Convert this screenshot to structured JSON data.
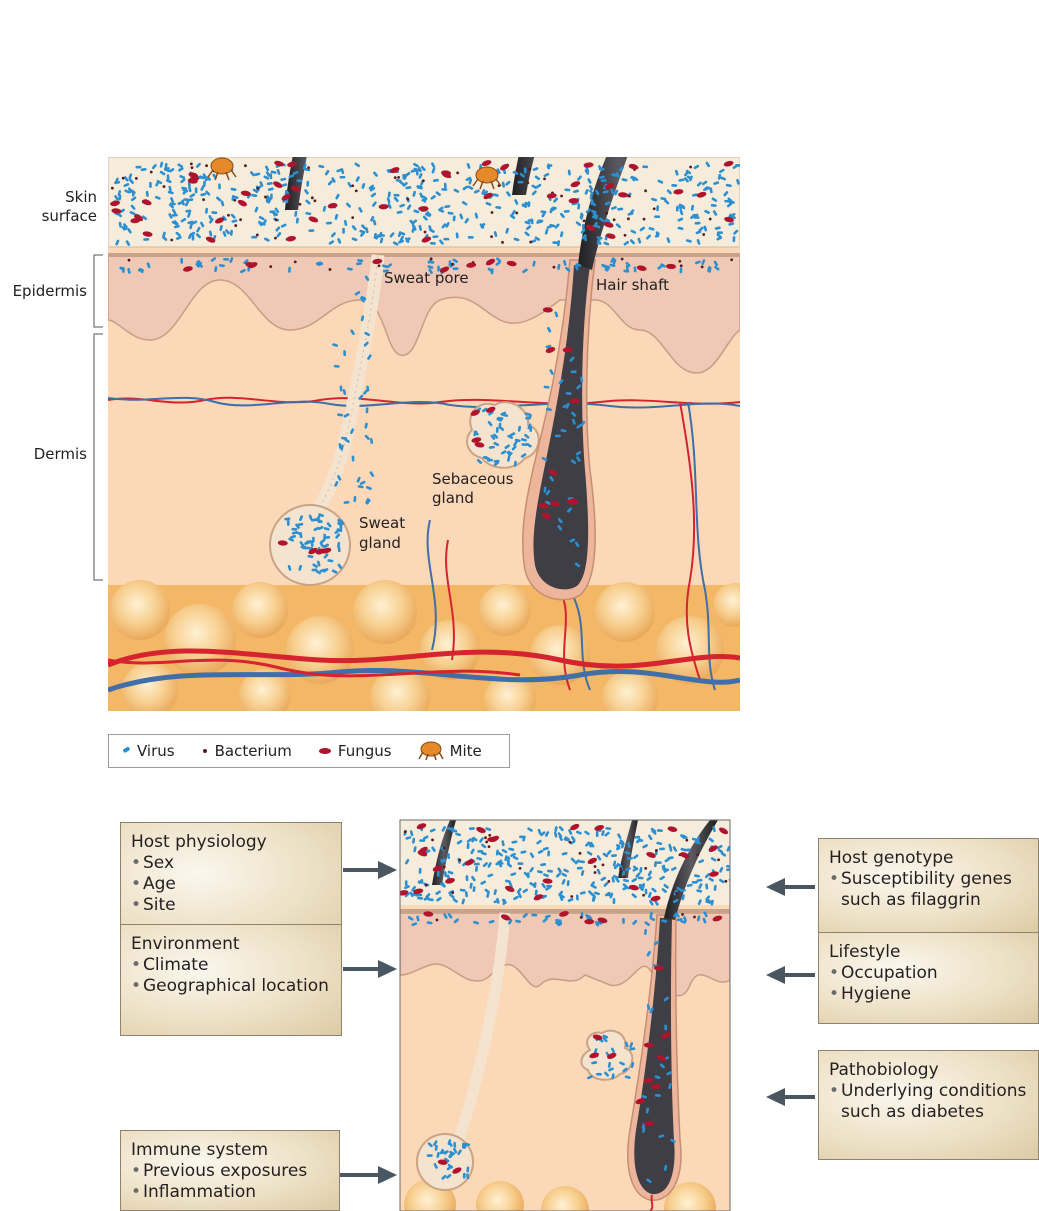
{
  "panel_a": {
    "layer_labels": {
      "skin_surface_1": "Skin",
      "skin_surface_2": "surface",
      "epidermis": "Epidermis",
      "dermis": "Dermis"
    },
    "structure_labels": {
      "sweat_pore": "Sweat pore",
      "hair_shaft": "Hair shaft",
      "sebaceous_gland_1": "Sebaceous",
      "sebaceous_gland_2": "gland",
      "sweat_gland_1": "Sweat",
      "sweat_gland_2": "gland"
    },
    "legend": [
      {
        "name": "virus-legend-icon",
        "label": "Virus",
        "color": "#2b8fd0"
      },
      {
        "name": "bacterium-legend-icon",
        "label": "Bacterium",
        "color": "#5a1a1f"
      },
      {
        "name": "fungus-legend-icon",
        "label": "Fungus",
        "color": "#b0132c"
      },
      {
        "name": "mite-legend-icon",
        "label": "Mite",
        "color": "#e58a2a"
      }
    ]
  },
  "panel_b": {
    "host_physiology": {
      "title": "Host physiology",
      "items": [
        "Sex",
        "Age",
        "Site"
      ]
    },
    "environment": {
      "title": "Environment",
      "items": [
        "Climate",
        "Geographical location"
      ]
    },
    "immune_system": {
      "title": "Immune system",
      "items": [
        "Previous exposures",
        "Inflammation"
      ]
    },
    "host_genotype": {
      "title": "Host genotype",
      "items": [
        "Susceptibility genes such as filaggrin"
      ]
    },
    "lifestyle": {
      "title": "Lifestyle",
      "items": [
        "Occupation",
        "Hygiene"
      ]
    },
    "pathobiology": {
      "title": "Pathobiology",
      "items": [
        "Underlying conditions such as diabetes"
      ]
    }
  },
  "colors": {
    "skin_surface": "#f6ecdc",
    "epidermis": "#efc9b6",
    "dermis": "#fbd9b8",
    "fat": "#f8c67c",
    "artery": "#d5232f",
    "vein": "#3f6ea8",
    "hair": "#2b2b2f",
    "box_border": "#8e8270",
    "arrow": "#4a5660"
  }
}
